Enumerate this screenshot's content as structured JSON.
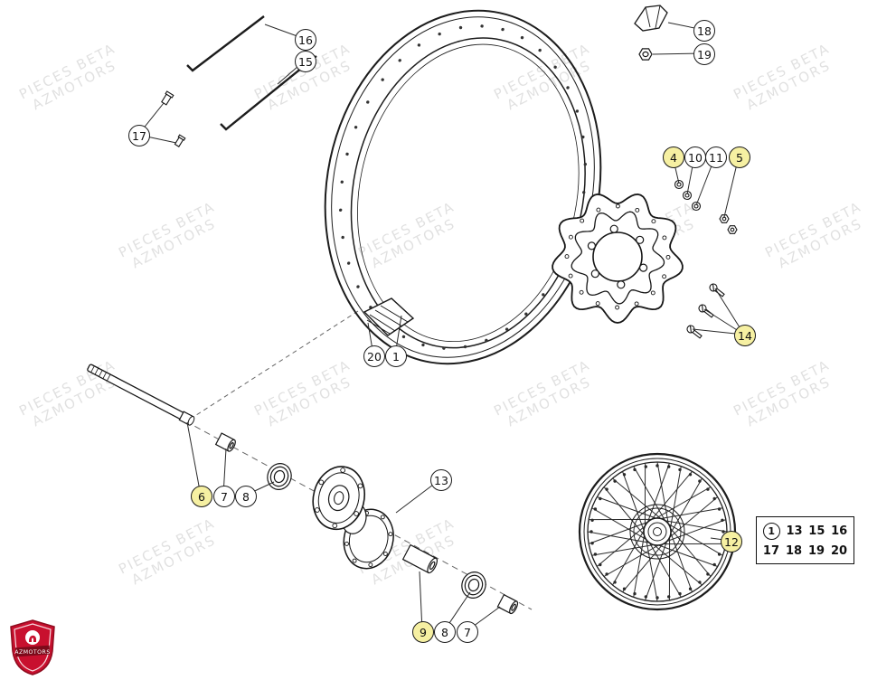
{
  "watermark": {
    "line1": "PIECES BETA",
    "line2": "AZMOTORS"
  },
  "logo": {
    "text": "AZMOTORS"
  },
  "colors": {
    "callout_highlight": "#f6f0a2",
    "logo_red": "#c8102e",
    "line": "#1a1a1a"
  },
  "callouts": {
    "c1": {
      "label": "1"
    },
    "c4": {
      "label": "4"
    },
    "c5": {
      "label": "5"
    },
    "c6": {
      "label": "6"
    },
    "c7a": {
      "label": "7"
    },
    "c7b": {
      "label": "7"
    },
    "c8a": {
      "label": "8"
    },
    "c8b": {
      "label": "8"
    },
    "c9": {
      "label": "9"
    },
    "c10": {
      "label": "10"
    },
    "c11": {
      "label": "11"
    },
    "c12": {
      "label": "12"
    },
    "c13": {
      "label": "13"
    },
    "c14": {
      "label": "14"
    },
    "c15": {
      "label": "15"
    },
    "c16": {
      "label": "16"
    },
    "c17": {
      "label": "17"
    },
    "c18": {
      "label": "18"
    },
    "c19": {
      "label": "19"
    },
    "c20": {
      "label": "20"
    }
  },
  "legend": {
    "row1": [
      "1",
      "13",
      "15",
      "16"
    ],
    "row2": [
      "17",
      "18",
      "19",
      "20"
    ]
  }
}
